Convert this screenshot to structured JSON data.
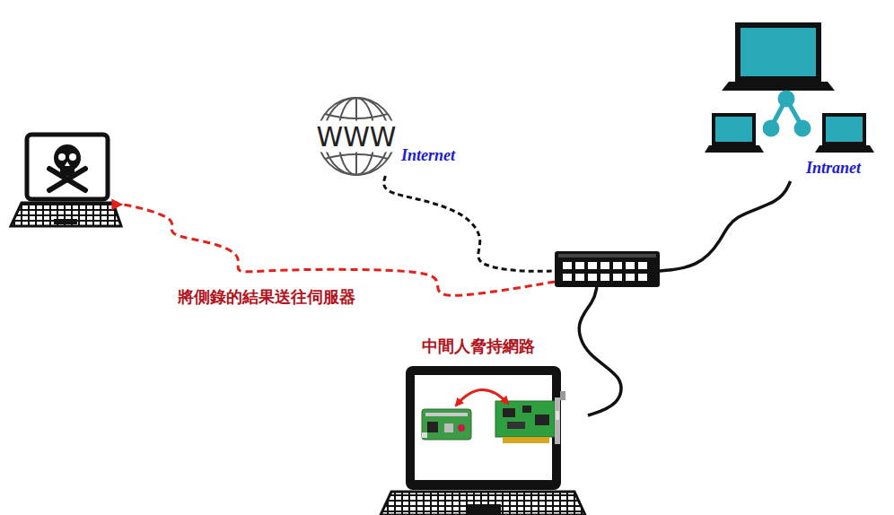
{
  "diagram": {
    "nodes": [
      {
        "text": []
      },
      {
        "text": [
          "WWW",
          "Internet"
        ]
      },
      {
        "text": [
          "Intranet"
        ]
      },
      {
        "text": []
      },
      {
        "text": [
          "中間人脅持網路"
        ]
      }
    ],
    "edges": [
      {
        "from": 3,
        "to": 0,
        "arrow": "to",
        "label": "將側錄的結果送往伺服器"
      },
      {
        "from": 1,
        "to": 3,
        "arrow": "none"
      },
      {
        "from": 2,
        "to": 3,
        "arrow": "none"
      },
      {
        "from": 4,
        "to": 3,
        "arrow": "none"
      }
    ]
  }
}
